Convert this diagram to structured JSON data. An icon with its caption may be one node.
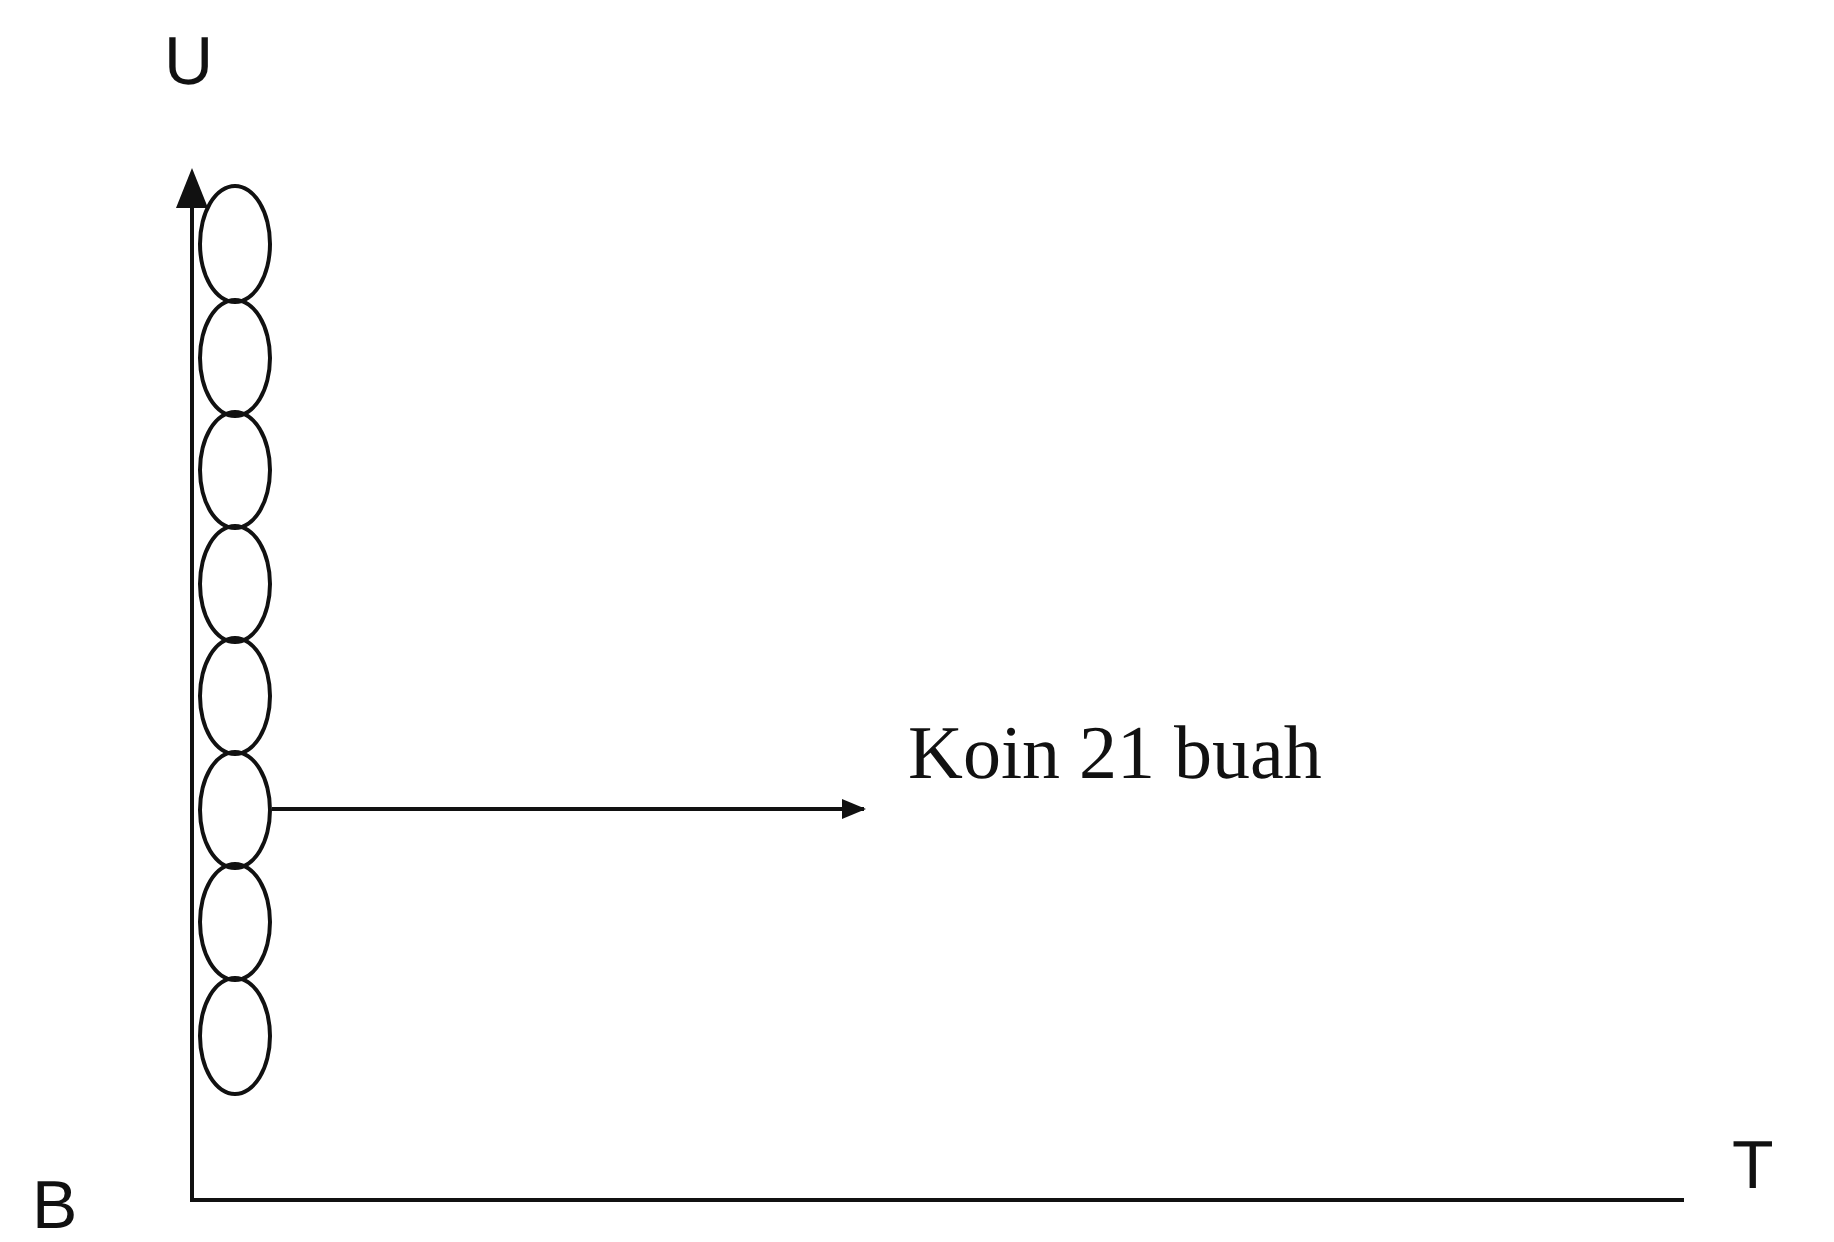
{
  "diagram": {
    "nodes": [
      {
        "text": [],
        "shape": "circle"
      },
      {
        "text": [],
        "shape": "circle"
      },
      {
        "text": [],
        "shape": "circle"
      },
      {
        "text": [],
        "shape": "circle"
      },
      {
        "text": [],
        "shape": "circle"
      },
      {
        "text": [],
        "shape": "circle"
      },
      {
        "text": [],
        "shape": "circle"
      },
      {
        "text": [],
        "shape": "circle"
      },
      {
        "text": [
          "Koin 21 buah"
        ]
      }
    ],
    "edges": [
      {
        "from": 5,
        "to": 8,
        "arrow": "to"
      }
    ],
    "labels": [
      "U",
      "B",
      "T"
    ]
  }
}
